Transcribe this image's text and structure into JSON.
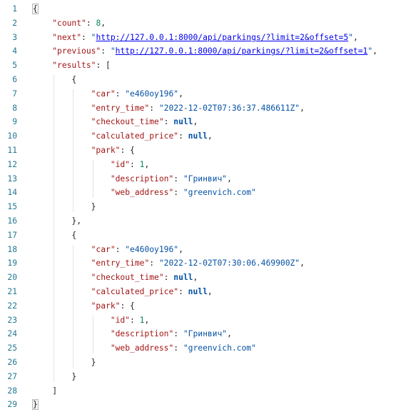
{
  "lines": [
    {
      "n": "1",
      "tokens": [
        {
          "t": "{",
          "c": "punc bracket-hl"
        }
      ]
    },
    {
      "n": "2",
      "tokens": [
        {
          "t": "    ",
          "c": ""
        },
        {
          "t": "\"count\"",
          "c": "key"
        },
        {
          "t": ": ",
          "c": "punc"
        },
        {
          "t": "8",
          "c": "num"
        },
        {
          "t": ",",
          "c": "punc"
        }
      ]
    },
    {
      "n": "3",
      "tokens": [
        {
          "t": "    ",
          "c": ""
        },
        {
          "t": "\"next\"",
          "c": "key"
        },
        {
          "t": ": ",
          "c": "punc"
        },
        {
          "t": "\"",
          "c": "str"
        },
        {
          "t": "http://127.0.0.1:8000/api/parkings/?limit=2&offset=5",
          "c": "link"
        },
        {
          "t": "\"",
          "c": "str"
        },
        {
          "t": ",",
          "c": "punc"
        }
      ]
    },
    {
      "n": "4",
      "tokens": [
        {
          "t": "    ",
          "c": ""
        },
        {
          "t": "\"previous\"",
          "c": "key"
        },
        {
          "t": ": ",
          "c": "punc"
        },
        {
          "t": "\"",
          "c": "str"
        },
        {
          "t": "http://127.0.0.1:8000/api/parkings/?limit=2&offset=1",
          "c": "link"
        },
        {
          "t": "\"",
          "c": "str"
        },
        {
          "t": ",",
          "c": "punc"
        }
      ]
    },
    {
      "n": "5",
      "tokens": [
        {
          "t": "    ",
          "c": ""
        },
        {
          "t": "\"results\"",
          "c": "key"
        },
        {
          "t": ": [",
          "c": "punc"
        }
      ]
    },
    {
      "n": "6",
      "tokens": [
        {
          "t": "        {",
          "c": "punc"
        }
      ]
    },
    {
      "n": "7",
      "tokens": [
        {
          "t": "            ",
          "c": ""
        },
        {
          "t": "\"car\"",
          "c": "key"
        },
        {
          "t": ": ",
          "c": "punc"
        },
        {
          "t": "\"е460оу196\"",
          "c": "str"
        },
        {
          "t": ",",
          "c": "punc"
        }
      ]
    },
    {
      "n": "8",
      "tokens": [
        {
          "t": "            ",
          "c": ""
        },
        {
          "t": "\"entry_time\"",
          "c": "key"
        },
        {
          "t": ": ",
          "c": "punc"
        },
        {
          "t": "\"2022-12-02T07:36:37.486611Z\"",
          "c": "str"
        },
        {
          "t": ",",
          "c": "punc"
        }
      ]
    },
    {
      "n": "9",
      "tokens": [
        {
          "t": "            ",
          "c": ""
        },
        {
          "t": "\"checkout_time\"",
          "c": "key"
        },
        {
          "t": ": ",
          "c": "punc"
        },
        {
          "t": "null",
          "c": "kw"
        },
        {
          "t": ",",
          "c": "punc"
        }
      ]
    },
    {
      "n": "10",
      "tokens": [
        {
          "t": "            ",
          "c": ""
        },
        {
          "t": "\"calculated_price\"",
          "c": "key"
        },
        {
          "t": ": ",
          "c": "punc"
        },
        {
          "t": "null",
          "c": "kw"
        },
        {
          "t": ",",
          "c": "punc"
        }
      ]
    },
    {
      "n": "11",
      "tokens": [
        {
          "t": "            ",
          "c": ""
        },
        {
          "t": "\"park\"",
          "c": "key"
        },
        {
          "t": ": {",
          "c": "punc"
        }
      ]
    },
    {
      "n": "12",
      "tokens": [
        {
          "t": "                ",
          "c": ""
        },
        {
          "t": "\"id\"",
          "c": "key"
        },
        {
          "t": ": ",
          "c": "punc"
        },
        {
          "t": "1",
          "c": "num"
        },
        {
          "t": ",",
          "c": "punc"
        }
      ]
    },
    {
      "n": "13",
      "tokens": [
        {
          "t": "                ",
          "c": ""
        },
        {
          "t": "\"description\"",
          "c": "key"
        },
        {
          "t": ": ",
          "c": "punc"
        },
        {
          "t": "\"Гринвич\"",
          "c": "str"
        },
        {
          "t": ",",
          "c": "punc"
        }
      ]
    },
    {
      "n": "14",
      "tokens": [
        {
          "t": "                ",
          "c": ""
        },
        {
          "t": "\"web_address\"",
          "c": "key"
        },
        {
          "t": ": ",
          "c": "punc"
        },
        {
          "t": "\"greenvich.com\"",
          "c": "str"
        }
      ]
    },
    {
      "n": "15",
      "tokens": [
        {
          "t": "            }",
          "c": "punc"
        }
      ]
    },
    {
      "n": "16",
      "tokens": [
        {
          "t": "        },",
          "c": "punc"
        }
      ]
    },
    {
      "n": "17",
      "tokens": [
        {
          "t": "        {",
          "c": "punc"
        }
      ]
    },
    {
      "n": "18",
      "tokens": [
        {
          "t": "            ",
          "c": ""
        },
        {
          "t": "\"car\"",
          "c": "key"
        },
        {
          "t": ": ",
          "c": "punc"
        },
        {
          "t": "\"е460оу196\"",
          "c": "str"
        },
        {
          "t": ",",
          "c": "punc"
        }
      ]
    },
    {
      "n": "19",
      "tokens": [
        {
          "t": "            ",
          "c": ""
        },
        {
          "t": "\"entry_time\"",
          "c": "key"
        },
        {
          "t": ": ",
          "c": "punc"
        },
        {
          "t": "\"2022-12-02T07:30:06.469900Z\"",
          "c": "str"
        },
        {
          "t": ",",
          "c": "punc"
        }
      ]
    },
    {
      "n": "20",
      "tokens": [
        {
          "t": "            ",
          "c": ""
        },
        {
          "t": "\"checkout_time\"",
          "c": "key"
        },
        {
          "t": ": ",
          "c": "punc"
        },
        {
          "t": "null",
          "c": "kw"
        },
        {
          "t": ",",
          "c": "punc"
        }
      ]
    },
    {
      "n": "21",
      "tokens": [
        {
          "t": "            ",
          "c": ""
        },
        {
          "t": "\"calculated_price\"",
          "c": "key"
        },
        {
          "t": ": ",
          "c": "punc"
        },
        {
          "t": "null",
          "c": "kw"
        },
        {
          "t": ",",
          "c": "punc"
        }
      ]
    },
    {
      "n": "22",
      "tokens": [
        {
          "t": "            ",
          "c": ""
        },
        {
          "t": "\"park\"",
          "c": "key"
        },
        {
          "t": ": {",
          "c": "punc"
        }
      ]
    },
    {
      "n": "23",
      "tokens": [
        {
          "t": "                ",
          "c": ""
        },
        {
          "t": "\"id\"",
          "c": "key"
        },
        {
          "t": ": ",
          "c": "punc"
        },
        {
          "t": "1",
          "c": "num"
        },
        {
          "t": ",",
          "c": "punc"
        }
      ]
    },
    {
      "n": "24",
      "tokens": [
        {
          "t": "                ",
          "c": ""
        },
        {
          "t": "\"description\"",
          "c": "key"
        },
        {
          "t": ": ",
          "c": "punc"
        },
        {
          "t": "\"Гринвич\"",
          "c": "str"
        },
        {
          "t": ",",
          "c": "punc"
        }
      ]
    },
    {
      "n": "25",
      "tokens": [
        {
          "t": "                ",
          "c": ""
        },
        {
          "t": "\"web_address\"",
          "c": "key"
        },
        {
          "t": ": ",
          "c": "punc"
        },
        {
          "t": "\"greenvich.com\"",
          "c": "str"
        }
      ]
    },
    {
      "n": "26",
      "tokens": [
        {
          "t": "            }",
          "c": "punc"
        }
      ]
    },
    {
      "n": "27",
      "tokens": [
        {
          "t": "        }",
          "c": "punc"
        }
      ]
    },
    {
      "n": "28",
      "tokens": [
        {
          "t": "    ]",
          "c": "punc"
        }
      ]
    },
    {
      "n": "29",
      "tokens": [
        {
          "t": "}",
          "c": "punc bracket-hl"
        }
      ]
    }
  ]
}
